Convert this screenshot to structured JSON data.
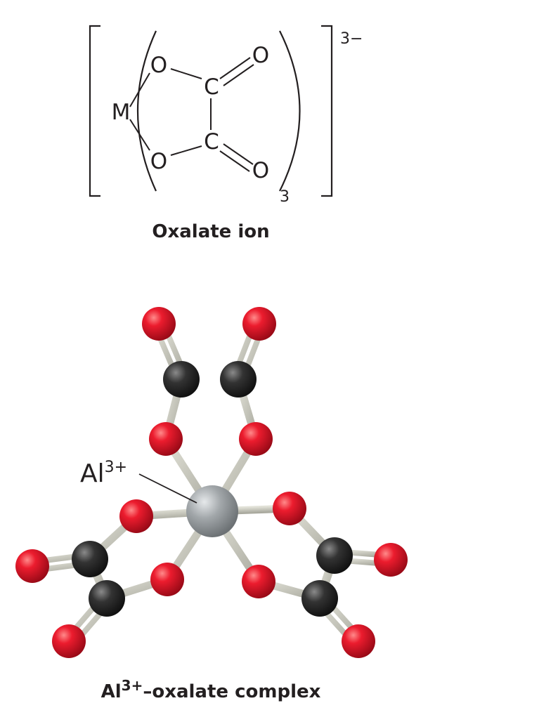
{
  "oxalate_structure": {
    "metal_symbol": "M",
    "oxygen_symbol": "O",
    "carbon_symbol": "C",
    "subscript": "3",
    "charge": "3−",
    "caption": "Oxalate ion"
  },
  "complex_model": {
    "ion_label_symbol": "Al",
    "ion_label_charge": "3+",
    "caption_ion_symbol": "Al",
    "caption_ion_charge": "3+",
    "caption_rest": "–oxalate complex",
    "colors": {
      "oxygen": "#e0162b",
      "carbon": "#2a2a2a",
      "aluminum": "#9ea3a6",
      "bond": "#c8c8bc",
      "ink": "#231f20"
    }
  }
}
